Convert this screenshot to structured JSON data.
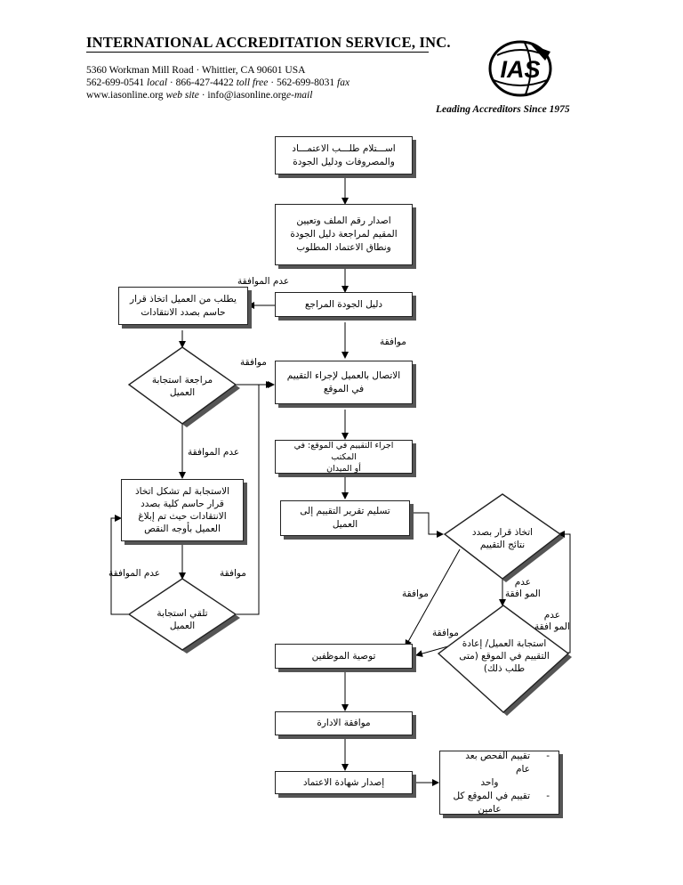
{
  "header": {
    "company": "INTERNATIONAL ACCREDITATION SERVICE, INC.",
    "address": "5360 Workman Mill Road · Whittier, CA 90601 USA",
    "phone_local": "562-699-0541",
    "phone_local_label": "local",
    "phone_tollfree": "866-427-4422",
    "phone_tollfree_label": "toll free",
    "fax": "562-699-8031",
    "fax_label": "fax",
    "website": "www.iasonline.org",
    "website_label": "web site",
    "email": "info@iasonline.org",
    "email_label": "e-mail",
    "tagline": "Leading Accreditors Since 1975",
    "logo_text": "IAS"
  },
  "flow": {
    "b1": [
      "اســـتلام طلـــب الاعتمـــاد",
      "والمصروفات ودليل الجودة"
    ],
    "b2": [
      "اصدار رقم الملف وتعيين",
      "المقيم لمراجعة دليل الجودة",
      "ونطاق الاعتماد المطلوب"
    ],
    "b3": "دليل الجودة المراجع",
    "b4": [
      "يطلب من العميل اتخاذ قرار",
      "حاسم بصدد الانتقادات"
    ],
    "d1": [
      "مراجعة استجابة",
      "العميل"
    ],
    "b5": [
      "الاتصال بالعميل لإجراء التقييم",
      "في الموقع"
    ],
    "b6": [
      "اجراء التقييم في الموقع: في المكتب",
      "أو الميدان"
    ],
    "b7": "تسليم تقرير التقييم إلى العميل",
    "b8": [
      "الاستجابة لم تشكل اتخاذ",
      "قرار حاسم كلية بصدد",
      "الانتقادات حيث تم إبلاغ",
      "العميل بأوجه النقص"
    ],
    "d2": [
      "تلقي استجابة",
      "العميل"
    ],
    "d3": [
      "اتخاذ قرار بصدد",
      "نتائج التقييم"
    ],
    "d4": [
      "استجابة العميل/ إعادة",
      "التقييم في الموقع (متى",
      "طلب ذلك)"
    ],
    "b9": "توصية الموظفين",
    "b10": "موافقة الادارة",
    "b11": "إصدار شهادة الاعتماد",
    "b12_items": [
      [
        "تقييم الفحص بعد عام",
        "واحد"
      ],
      [
        "تقييم في الموقع كل",
        "عامين"
      ]
    ],
    "labels": {
      "no_agree_top": "عدم الموافقة",
      "agree_1": "موافقة",
      "agree_2": "موافقة",
      "no_agree_left": "عدم الموافقة",
      "no_agree_bottom": "عدم الموافقة",
      "agree_3": "موافقة",
      "agree_4": "موافقة",
      "agree_5": "موافقة",
      "no_agree_d3_1": "عدم",
      "no_agree_d3_2": "المو افقة",
      "no_agree_d4_1": "عدم",
      "no_agree_d4_2": "المو افقة"
    }
  }
}
